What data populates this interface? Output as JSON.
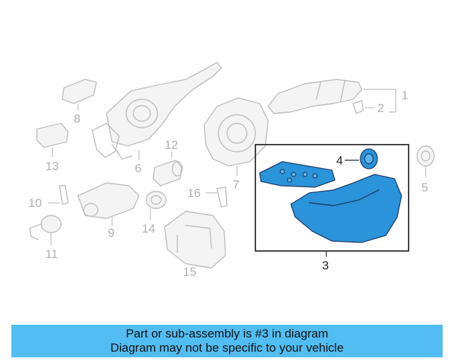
{
  "callouts": {
    "c1": "1",
    "c2": "2",
    "c3": "3",
    "c4": "4",
    "c5": "5",
    "c6": "6",
    "c7": "7",
    "c8": "8",
    "c9": "9",
    "c10": "10",
    "c11": "11",
    "c12": "12",
    "c13": "13",
    "c14": "14",
    "c15": "15",
    "c16": "16"
  },
  "colors": {
    "highlight": "#2a93d9",
    "banner": "#52bdf3",
    "parts_gray": "#bdbdbd"
  },
  "banner": {
    "line1": "Part or sub-assembly is #3 in diagram",
    "line2": "Diagram may not be specific to your vehicle"
  }
}
